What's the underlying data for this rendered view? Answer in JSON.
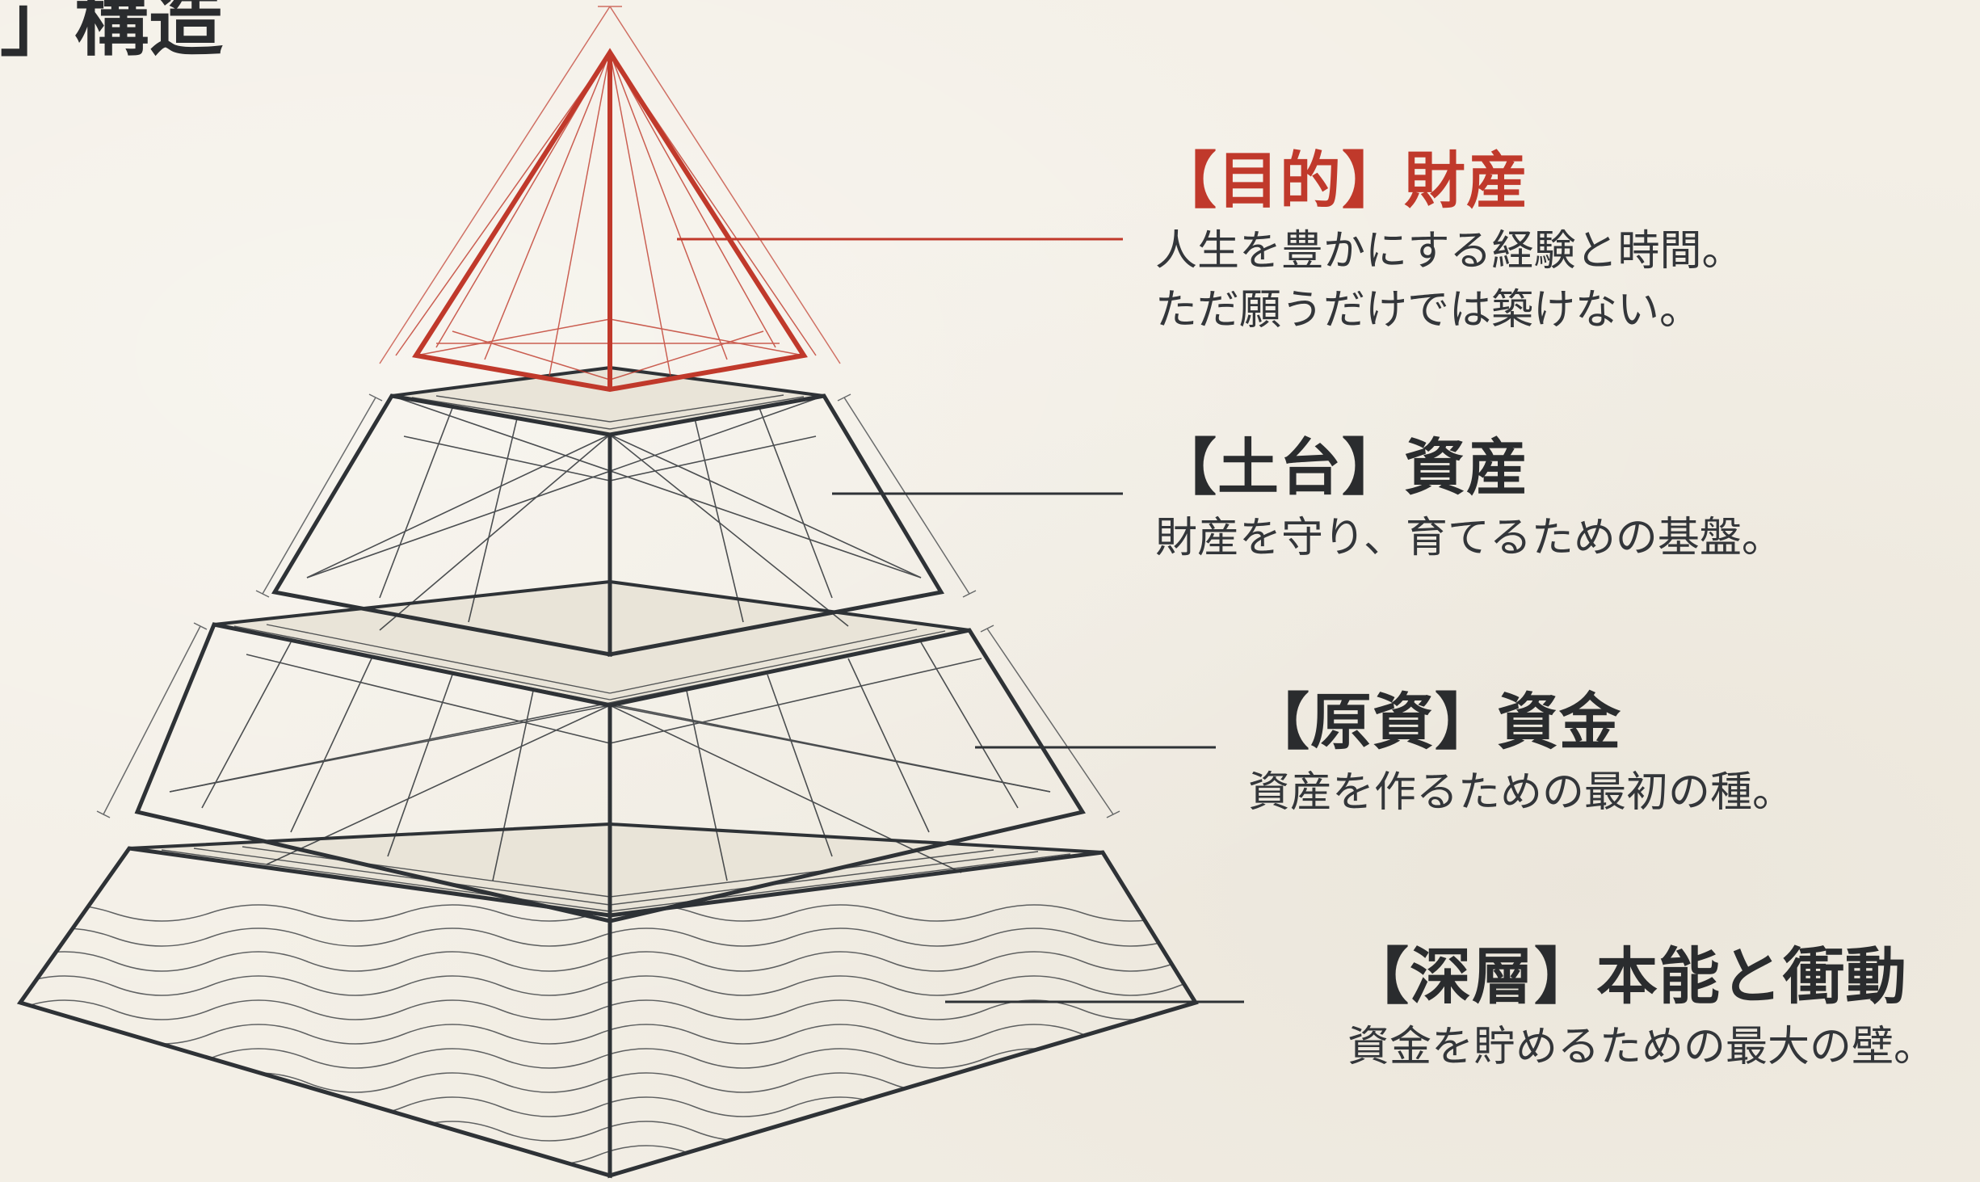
{
  "title": "」構造",
  "colors": {
    "accent": "#c0392b",
    "ink": "#2e3236",
    "background": "#f3efe6"
  },
  "tiers": [
    {
      "key": "purpose",
      "heading": "【目的】財産",
      "lines": [
        "人生を豊かにする経験と時間。",
        "ただ願うだけでは築けない。"
      ],
      "color": "#c0392b"
    },
    {
      "key": "foundation",
      "heading": "【土台】資産",
      "lines": [
        "財産を守り、育てるための基盤。"
      ],
      "color": "#2e3236"
    },
    {
      "key": "capital",
      "heading": "【原資】資金",
      "lines": [
        "資産を作るための最初の種。"
      ],
      "color": "#2e3236"
    },
    {
      "key": "deep",
      "heading": "【深層】本能と衝動",
      "lines": [
        "資金を貯めるための最大の壁。"
      ],
      "color": "#2e3236"
    }
  ]
}
